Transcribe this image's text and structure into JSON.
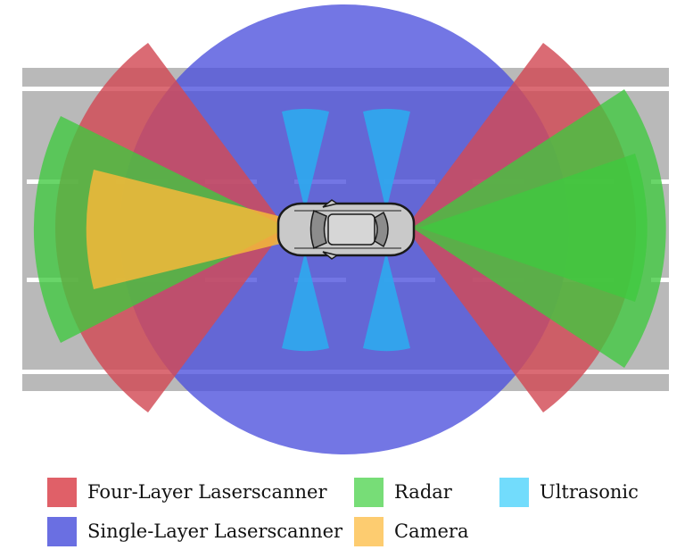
{
  "colors": {
    "four_layer": "#d24b55",
    "single_layer": "#4b50dc",
    "radar": "#3fc93f",
    "camera": "#f5b93a",
    "ultrasonic": "#2fa8ee",
    "road": "#b9b9b9",
    "lane_marking": "#ffffff"
  },
  "legend": {
    "four_layer": {
      "label": "Four-Layer Laserscanner",
      "color": "#e06068"
    },
    "single_layer": {
      "label": "Single-Layer Laserscanner",
      "color": "#6a6fe2"
    },
    "radar": {
      "label": "Radar",
      "color": "#77dd77"
    },
    "camera": {
      "label": "Camera",
      "color": "#fdcc70"
    },
    "ultrasonic": {
      "label": "Ultrasonic",
      "color": "#72dcfc"
    }
  },
  "icons": {
    "vehicle": "car-top-view-icon"
  }
}
